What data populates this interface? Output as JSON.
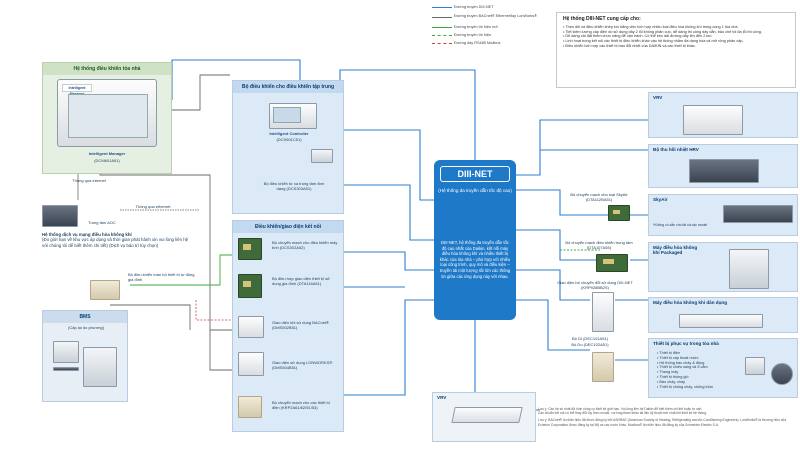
{
  "legend": [
    {
      "label": "Đường truyền DIII-NET",
      "color": "#2d7fd1",
      "style": "solid"
    },
    {
      "label": "Đường truyền BACnet® Ethernet/tay LonWorks®",
      "color": "#6a6a6a",
      "style": "solid"
    },
    {
      "label": "Đường truyền tín hiệu mở",
      "color": "#3da83f",
      "style": "solid"
    },
    {
      "label": "Đường truyền tín hiệu",
      "color": "#3da83f",
      "style": "dashed"
    },
    {
      "label": "Đường dây RS485 Modbus",
      "color": "#d23c3c",
      "style": "dashed"
    }
  ],
  "info": {
    "title": "Hệ thống DIII-NET cung cấp cho:",
    "bullets": [
      "Theo dõi và điều khiển khép kín bằng việc tích hợp nhiều loại điều hòa không khí trong cùng 1 tòa nhà.",
      "Tiết kiệm lượng cáp điện do sử dụng dây 2 lõi không phân cực, dễ dàng thi công dây dẫn, bảo chế tối đa lỗi thi công.",
      "Dễ dàng cài đặt thêm chức năng để vận hành. Có thể kéo dài đường dây lên đến 2 km.",
      "Linh hoạt trong kết nối các thiết bị điều khiển khác vào hệ thống nhằm đa dạng hóa và mở rộng phân cấp.",
      "Điều khiển tích hợp các thiết bị trao đổi nhiệt của DAIKIN và các thiết bị khác."
    ]
  },
  "building_mgmt": {
    "title": "Hệ thống điều khiển tòa nhà",
    "brand": "Intelligent Manager",
    "model_label": "Intelligent Manager",
    "model": "(DCM601A51)"
  },
  "internet": {
    "label": "Thông qua ethernet",
    "path_label": "Thông qua internet",
    "center_label": "Trung tâm AOC",
    "service_title": "Hệ thống dịch vụ mạng điều hòa không khí",
    "service_body": "(Đo giới hạn về khu vực áp dụng và thời gian phát hành xin vui lòng liên hệ với chúng tôi để biết thêm chi tiết) (Dịch vụ bảo trì tùy chọn)"
  },
  "home_ctrl": {
    "label": "Bộ điều khiển toàn bộ thiết bị tự động gia đình"
  },
  "bms": {
    "title": "BMS",
    "subtitle": "(Cấp lại do phương)"
  },
  "central": {
    "title": "Bộ điều khiển cho điều khiển tập trung",
    "device1_brand": "Intelligent Controller",
    "device1": "(DCS601C51)",
    "device2": "Bộ điều khiển từ xa trung tâm đơn dạng (DCS303A51)"
  },
  "interface": {
    "title": "Điều khiển/giao diện kết nối",
    "items": [
      {
        "label": "Bộ chuyển mạch cho điều khiển máy tính (DCS302A52)"
      },
      {
        "label": "Bộ điều hợp giao diện thiết bị sử dụng gia đình (DTA116A51)"
      },
      {
        "label": "Giao diện khi sử dụng BACnet® (DMS502B51)"
      },
      {
        "label": "Giao diện sử dụng LONWORKS® (DMS504B51)"
      },
      {
        "label": "Bộ chuyển mạch cho các thiết bị điện (KRP2A61/62/51/53)"
      }
    ]
  },
  "dnet": {
    "logo": "DIII-NET",
    "subtitle": "(Hệ thống đa truyền dẫn tốc độ cao)",
    "body": "DIII-NET, hệ thống đa truyền dẫn tốc độ cao nhất của Daikin, kết nối máy điều hòa không khí và nhiều thiết bị khác của tòa nhà – phù hợp với nhiều loại công trình, quy mô và điều kiện – truyền tải một lượng rất lớn các thông tin giữa các ứng dụng này với nhau."
  },
  "adapters": [
    {
      "label": "Bộ chuyển mạch cho loại SkyAir (DTA112BA51)"
    },
    {
      "label": "Bộ chuyển mạch điều khiển trung tâm (DTA107A55)"
    },
    {
      "label": "Giao diện bộ chuyển đổi sử dụng DIII-NET (KRP928BB2S)"
    },
    {
      "label": "Bộ DI (DEC101A51)"
    },
    {
      "label": "Bộ Do (DEC102A51)"
    }
  ],
  "equipment": {
    "vrv_top": "VRV",
    "hrv": "Bộ thu hồi nhiệt HRV",
    "skyair": "SkyAir",
    "skyair_note": "*Không có sẵn cho tất cả các model",
    "packaged": "Máy điều hòa không khí Packaged",
    "split": "Máy điều hòa không khí dân dụng",
    "building_title": "Thiết bị phục vụ trong tòa nhà",
    "building_items": [
      "Thiết bị điện",
      "Thiết bị cấp thoát nước",
      "Hệ thống báo cháy & động",
      "Thiết bị chiếu sáng và ổ cắm",
      "Thang máy",
      "Thiết bị thông gió",
      "Báo cháy, cháy",
      "Thiết bị chống cháy, chống trộm"
    ],
    "vrv_bottom": "VRV"
  },
  "notes": [
    "Lưu ý: Các hệ số nhất đã hình công cụ thiết kế giới hạn. Vui lòng liên hệ Daikin để biết thêm chi tiết hoặc tư vấn.",
    "Các chuẩn kết nối có thể thay đổi tùy theo model, vui lòng tham khảo tài liệu kỹ thuật mới nhất khi thiết kế hệ thống.",
    "Lưu ý: BACnet® là nhãn hiệu đã được đăng ký bởi ASHRAE (American Society of Heating, Refrigerating and Air-Conditioning Engineers). LonWorks® là thương hiệu của Echelon Corporation được đăng ký tại Mỹ và các nước khác. Modbus® là nhãn hiệu đã đăng ký của Schneider Electric S.A."
  ]
}
